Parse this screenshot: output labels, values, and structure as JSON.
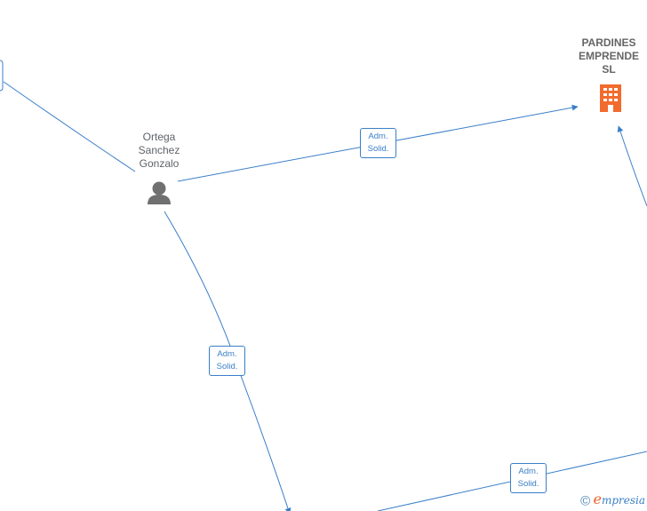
{
  "nodes": {
    "person": {
      "name_lines": [
        "Ortega",
        "Sanchez",
        "Gonzalo"
      ]
    },
    "company": {
      "name_lines": [
        "PARDINES",
        "EMPRENDE",
        "SL"
      ]
    }
  },
  "edges": {
    "to_company": {
      "line1": "Adm.",
      "line2": "Solid."
    },
    "down": {
      "line1": "Adm.",
      "line2": "Solid."
    },
    "bottom_right": {
      "line1": "Adm.",
      "line2": "Solid."
    }
  },
  "footer": {
    "copyright": "©",
    "brand_initial": "e",
    "brand_rest": "mpresia"
  },
  "colors": {
    "edge": "#3a7fc8",
    "company_icon": "#f26b2e",
    "person_icon": "#707070"
  }
}
